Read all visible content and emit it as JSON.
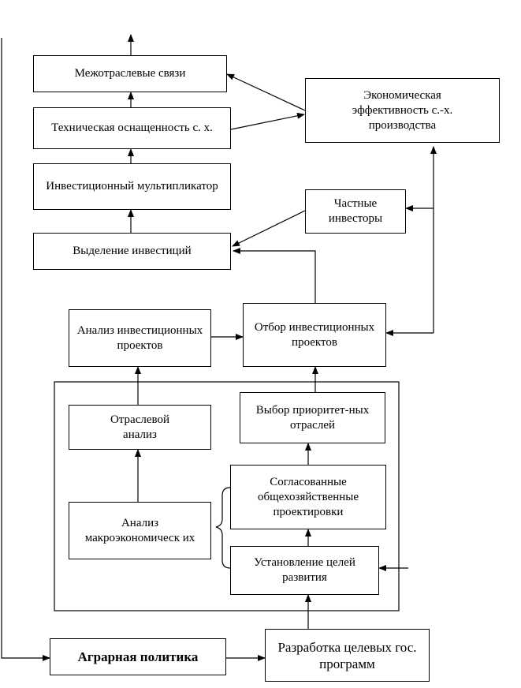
{
  "nodes": {
    "mezhotraslevye": "Межотраслевые связи",
    "tekhnicheskaya": "Техническая оснащенность с. х.",
    "investitsionnyi": "Инвестиционный мультипликатор",
    "vydelenie": "Выделение инвестиций",
    "ekonomicheskaya": "Экономическая эффективность с.-х. производства",
    "chastnye": "Частные инвесторы",
    "analiz_proektov": "Анализ инвестиционных проектов",
    "otbor": "Отбор инвестиционных проектов",
    "otraslevoi": "Отраслевой анализ",
    "vybor": "Выбор приоритет-ных отраслей",
    "soglasovannye": "Согласованные общехозяйственные проектировки",
    "analiz_makro": "Анализ макроэкономическ их",
    "ustanovlenie": "Установление целей развития",
    "agrarnaya": "Аграрная политика",
    "razrabotka": "Разработка целевых гос. программ"
  }
}
